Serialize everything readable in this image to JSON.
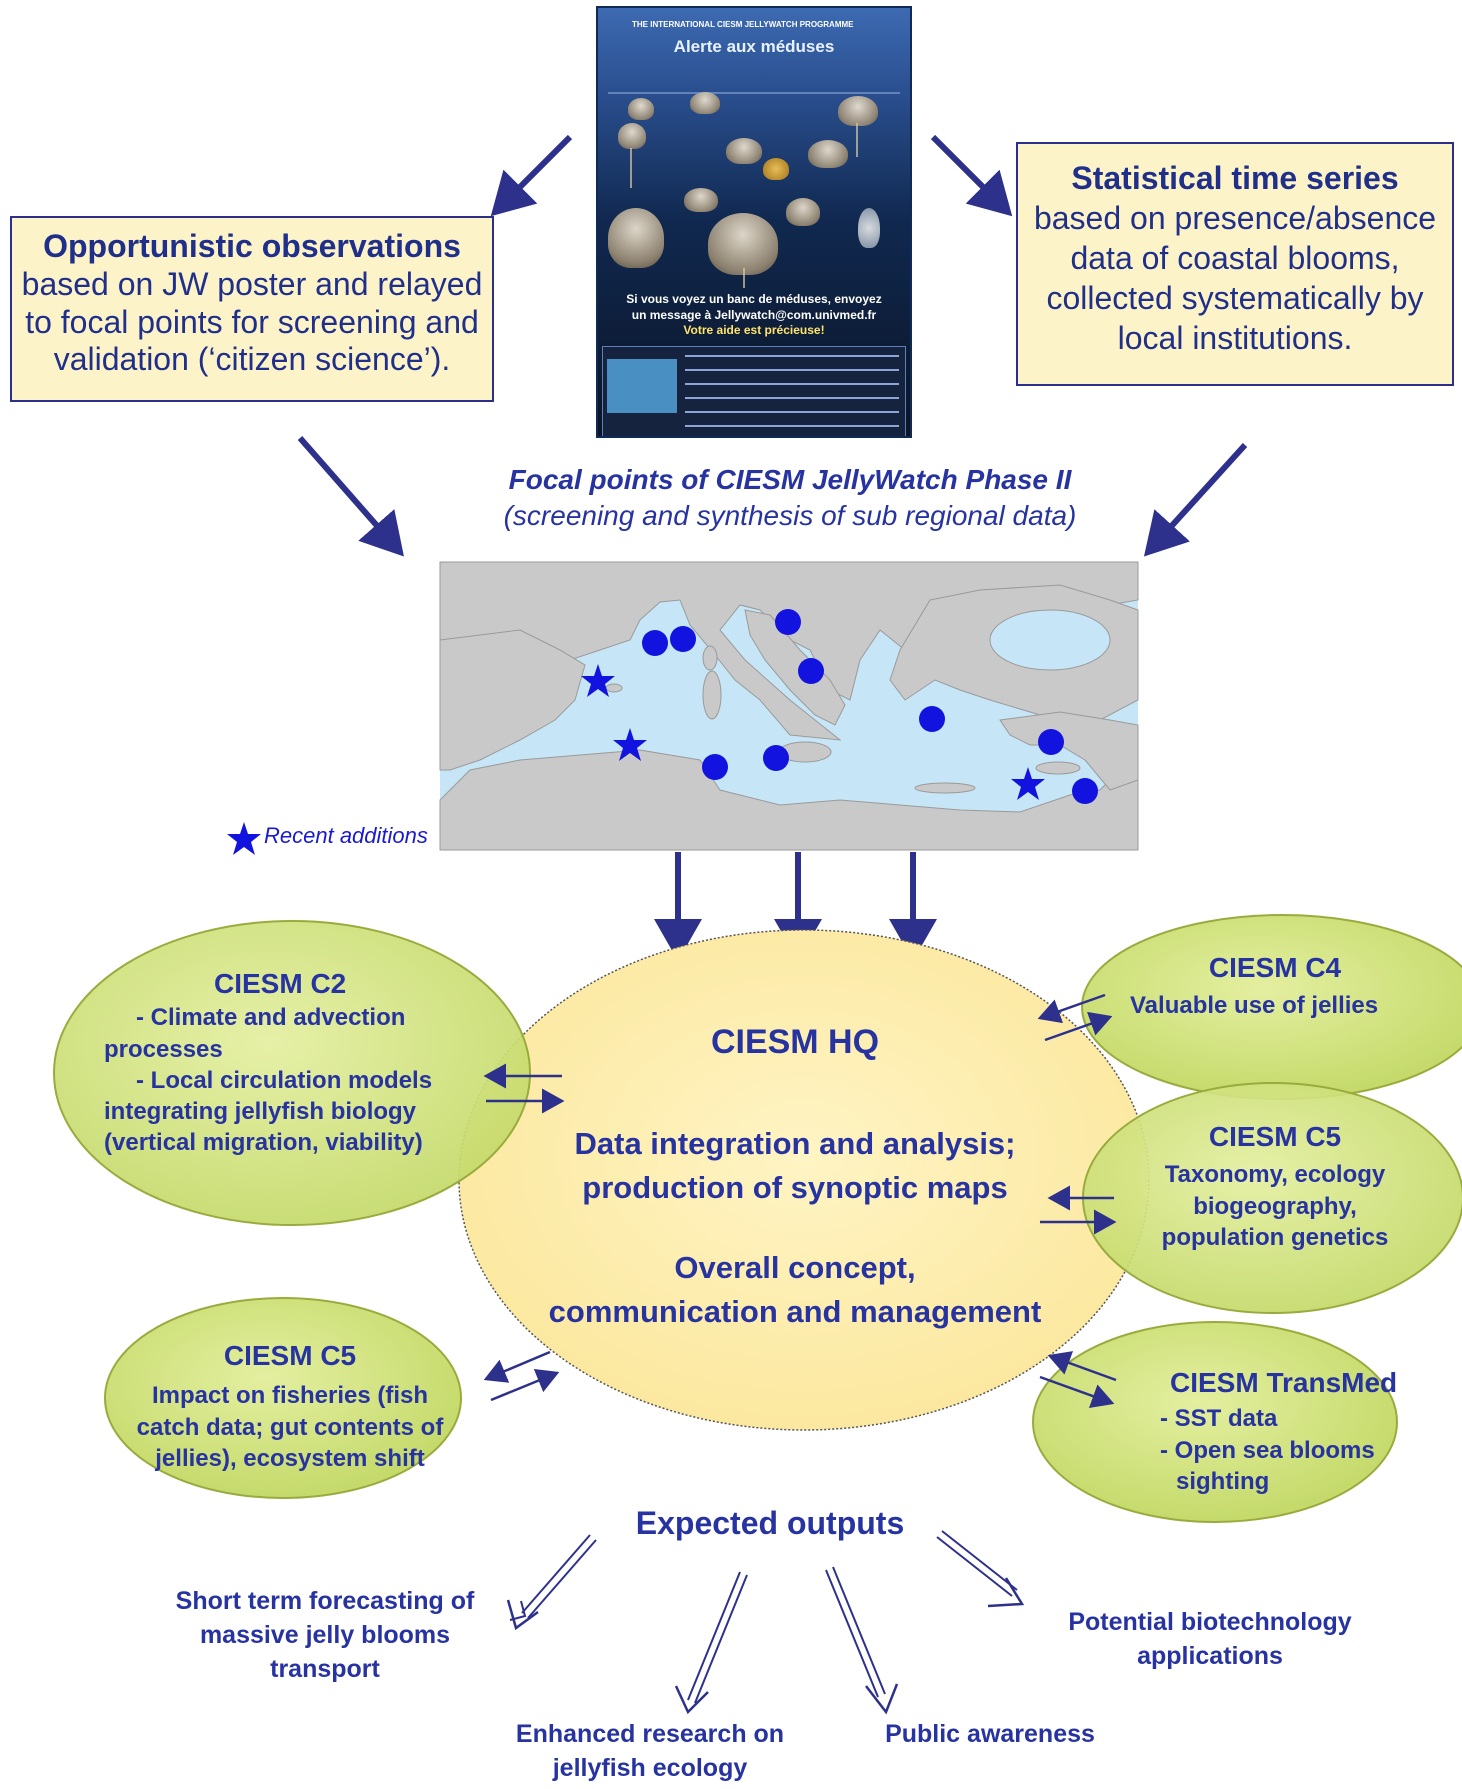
{
  "poster": {
    "header": "THE INTERNATIONAL CIESM JELLYWATCH PROGRAMME",
    "title": "Alerte aux méduses",
    "message_1": "Si vous voyez un banc de méduses, envoyez",
    "message_2": "un message à Jellywatch@com.univmed.fr",
    "message_3": "Votre aide est précieuse!"
  },
  "left_box": {
    "title": "Opportunistic observations",
    "body": "based on JW poster and relayed to focal points for screening and validation (‘citizen science’)."
  },
  "right_box": {
    "title": "Statistical time series",
    "body": "based on presence/absence data of coastal blooms, collected systematically by local institutions."
  },
  "focal": {
    "title": "Focal points of CIESM JellyWatch Phase II",
    "subtitle": "(screening and synthesis of sub regional data)"
  },
  "legend": {
    "recent": "Recent additions"
  },
  "hq": {
    "title": "CIESM HQ",
    "line1": "Data integration and analysis;",
    "line2": "production of synoptic maps",
    "line3": "Overall concept,",
    "line4": "communication and management"
  },
  "c2": {
    "title": "CIESM C2",
    "l1": "- Climate and advection",
    "l2": "processes",
    "l3": "- Local circulation models",
    "l4": "integrating jellyfish biology",
    "l5": "(vertical migration, viability)"
  },
  "c4": {
    "title": "CIESM C4",
    "l1": "Valuable use of jellies"
  },
  "c5a": {
    "title": "CIESM C5",
    "l1": "Taxonomy, ecology",
    "l2": "biogeography,",
    "l3": "population genetics"
  },
  "c5b": {
    "title": "CIESM C5",
    "l1": "Impact on fisheries (fish",
    "l2": "catch data; gut contents of",
    "l3": "jellies), ecosystem shift"
  },
  "transmed": {
    "title": "CIESM TransMed",
    "l1": "- SST data",
    "l2": "- Open sea blooms",
    "l3": "sighting"
  },
  "outputs": {
    "title": "Expected outputs",
    "o1a": "Short term forecasting of",
    "o1b": "massive jelly blooms",
    "o1c": "transport",
    "o2a": "Enhanced research on",
    "o2b": "jellyfish ecology",
    "o3": "Public awareness",
    "o4a": "Potential biotechnology",
    "o4b": "applications"
  },
  "colors": {
    "arrow": "#2d318c",
    "ellipse_center": "#fdeeb0",
    "ellipse_side": "#cfe07a",
    "box_fill": "#fdf3c8",
    "text": "#2733a0",
    "marker": "#1313e0",
    "sea": "#c6e6f7",
    "land": "#c8c8c8"
  }
}
